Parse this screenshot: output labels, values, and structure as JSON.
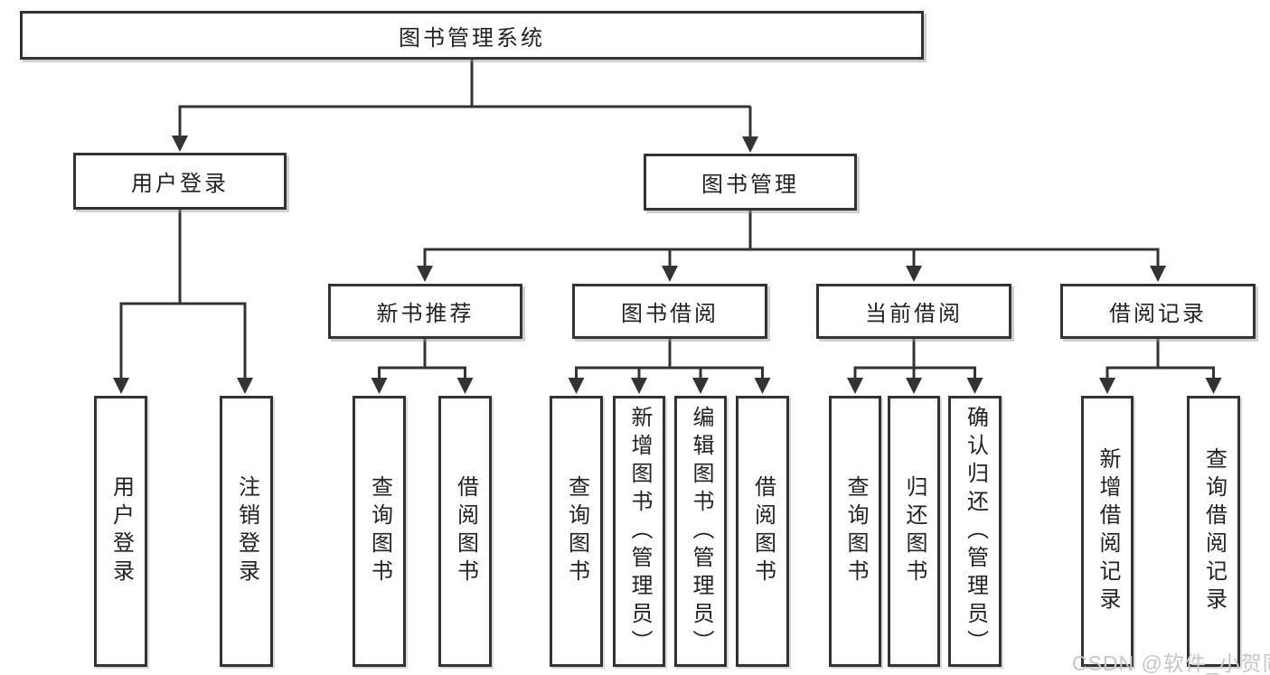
{
  "colors": {
    "line_color": "#333333",
    "box_border_color": "#333333",
    "text_color": "#222222",
    "watermark_color": "#c6c6c6",
    "background_color": "#ffffff"
  },
  "tree": {
    "root": {
      "label": "图书管理系统"
    },
    "branches": [
      {
        "label": "用户登录",
        "leaves": [
          "用户登录",
          "注销登录"
        ]
      },
      {
        "label": "图书管理",
        "sections": [
          {
            "label": "新书推荐",
            "leaves": [
              "查询图书",
              "借阅图书"
            ]
          },
          {
            "label": "图书借阅",
            "leaves": [
              "查询图书",
              "新增图书（管理员）",
              "编辑图书（管理员）",
              "借阅图书"
            ]
          },
          {
            "label": "当前借阅",
            "leaves": [
              "查询图书",
              "归还图书",
              "确认归还（管理员）"
            ]
          },
          {
            "label": "借阅记录",
            "leaves": [
              "新增借阅记录",
              "查询借阅记录"
            ]
          }
        ]
      }
    ]
  },
  "watermark": {
    "text": "CSDN @软件_小贺同学"
  }
}
